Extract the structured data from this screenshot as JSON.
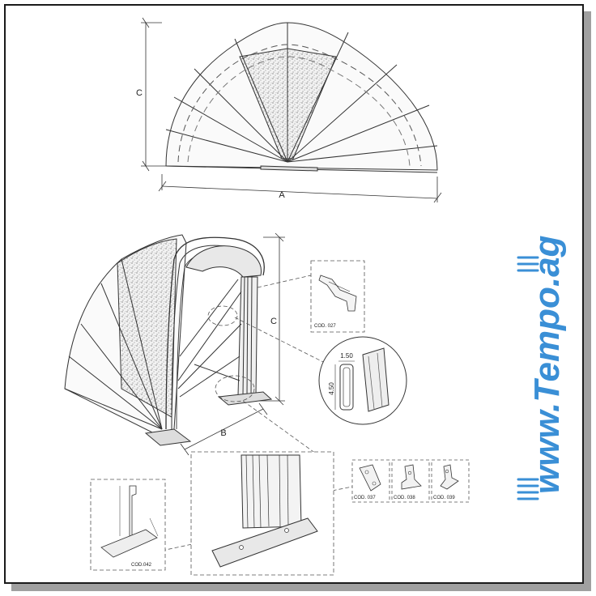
{
  "dimension_labels": {
    "a": "A",
    "b": "B",
    "c_top": "C",
    "c_side": "C"
  },
  "callout_values": {
    "width": "1.50",
    "height": "4.50"
  },
  "codes": {
    "cod027": "COD. 027",
    "cod037": "COD. 037",
    "cod038": "COD. 038",
    "cod039": "COD. 039",
    "cod042": "COD.042"
  },
  "watermark": {
    "text": "www.Tempo.ag",
    "color": "#3a8fd6"
  },
  "colors": {
    "frame": "#1a1a1a",
    "shadow": "#9a9a9a",
    "line": "#333333"
  }
}
